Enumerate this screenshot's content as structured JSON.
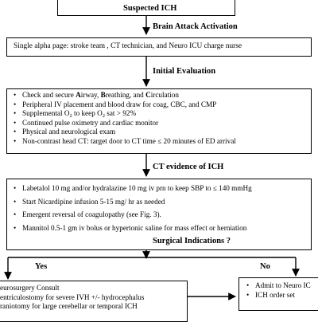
{
  "suspected": {
    "title": "Suspected ICH"
  },
  "brain_attack": {
    "title": "Brain Attack Activation",
    "box_text": "Single alpha page: stroke team , CT technician, and Neuro ICU charge nurse"
  },
  "initial_eval": {
    "title": "Initial Evaluation",
    "airway": {
      "pre": "Check and secure ",
      "a": "A",
      "irway": "irway, ",
      "b": "B",
      "reathing": "reathing, and ",
      "c": "C",
      "irculation": "irculation"
    },
    "items": [
      "Peripheral IV placement and blood draw for coag, CBC,  and CMP",
      "Continued pulse oximetry and cardiac monitor",
      "Physical and neurological exam",
      "Non-contrast head CT: target  door to CT time ≤ 20 minutes of ED arrival"
    ],
    "supplemental": {
      "pre": "Supplemental O",
      "sub1": "2",
      "mid": " to keep O",
      "sub2": "2",
      "post": " sat > 92%"
    }
  },
  "ct_evidence": {
    "title": "CT evidence of ICH",
    "items": [
      "Labetalol 10 mg and/or hydralazine 10 mg iv prn to keep SBP to ≤ 140 mmHg",
      "Start Nicardipine infusion 5-15 mg/ hr as needed",
      "Emergent reversal of coagulopathy (see Fig. 3).",
      "Mannitol 0.5-1 gm iv bolus or hypertonic saline for mass effect or herniation"
    ]
  },
  "surgical": {
    "title": "Surgical Indications ?",
    "yes": "Yes",
    "no": "No"
  },
  "yes_box": {
    "lines": [
      "eurosurgery Consult",
      "entriculostomy for severe IVH +/- hydrocephalus",
      "raniotomy for large cerebellar or temporal ICH"
    ]
  },
  "no_box": {
    "items": [
      "Admit to Neuro IC",
      "ICH order set"
    ]
  }
}
